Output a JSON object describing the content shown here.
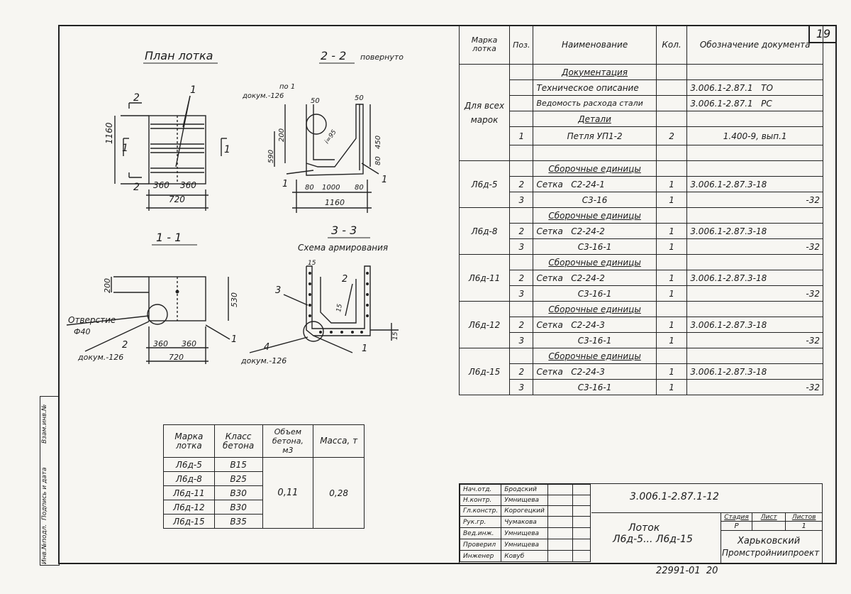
{
  "page_number": "19",
  "drawings": {
    "plan_title": "План лотка",
    "section22_title": "2 - 2",
    "section22_sub": "повернуто",
    "section11_title": "1 - 1",
    "section33_title": "3 - 3",
    "scheme_title": "Схема армирования",
    "plan_dims": {
      "h": "1160",
      "w1": "360",
      "w2": "360",
      "w": "720",
      "m2": "2",
      "m1": "1",
      "mark1": "1"
    },
    "s22": {
      "po": "по 1",
      "dok": "докум.-126",
      "d50a": "50",
      "d50b": "50",
      "d200": "200",
      "d590": "590",
      "d450": "450",
      "d80": "80",
      "slope": "i=95",
      "b80a": "80",
      "b1000": "1000",
      "b80b": "80",
      "b1160": "1160",
      "l1a": "1",
      "l1b": "1"
    },
    "s11": {
      "d200": "200",
      "d530": "530",
      "hole": "Отверстие",
      "dia": "Ф40",
      "m2": "2",
      "dok": "докум.-126",
      "w1": "360",
      "w2": "360",
      "w": "720",
      "l1": "1"
    },
    "s33": {
      "d15a": "15",
      "d15b": "15",
      "d15c": "15",
      "l3": "3",
      "l2": "2",
      "l4": "4",
      "dok": "докум.-126",
      "l1": "1"
    }
  },
  "spec": {
    "headers": [
      "Марка лотка",
      "Поз.",
      "Наименование",
      "Кол.",
      "Обозначение документа"
    ],
    "all_marks": "Для всех марок",
    "doc_section": "Документация",
    "doc_rows": [
      {
        "name": "Техническое описание",
        "code": "3.006.1-2.87.1",
        "suffix": "ТО"
      },
      {
        "name": "Ведомость расхода стали",
        "code": "3.006.1-2.87.1",
        "suffix": "РС"
      }
    ],
    "parts_section": "Детали",
    "parts_row": {
      "pos": "1",
      "name": "Петля УП1-2",
      "qty": "2",
      "code": "1.400-9, вып.1"
    },
    "groups": [
      {
        "mark": "Л6д-5",
        "section": "Сборочные единицы",
        "r1": {
          "pos": "2",
          "a": "Сетка",
          "b": "С2-24-1",
          "qty": "1",
          "code": "3.006.1-2.87.3-18"
        },
        "r2": {
          "pos": "3",
          "b": "С3-16",
          "qty": "1",
          "code": "-32"
        }
      },
      {
        "mark": "Л6д-8",
        "section": "Сборочные единицы",
        "r1": {
          "pos": "2",
          "a": "Сетка",
          "b": "С2-24-2",
          "qty": "1",
          "code": "3.006.1-2.87.3-18"
        },
        "r2": {
          "pos": "3",
          "b": "С3-16-1",
          "qty": "1",
          "code": "-32"
        }
      },
      {
        "mark": "Л6д-11",
        "section": "Сборочные единицы",
        "r1": {
          "pos": "2",
          "a": "Сетка",
          "b": "С2-24-2",
          "qty": "1",
          "code": "3.006.1-2.87.3-18"
        },
        "r2": {
          "pos": "3",
          "b": "С3-16-1",
          "qty": "1",
          "code": "-32"
        }
      },
      {
        "mark": "Л6д-12",
        "section": "Сборочные единицы",
        "r1": {
          "pos": "2",
          "a": "Сетка",
          "b": "С2-24-3",
          "qty": "1",
          "code": "3.006.1-2.87.3-18"
        },
        "r2": {
          "pos": "3",
          "b": "С3-16-1",
          "qty": "1",
          "code": "-32"
        }
      },
      {
        "mark": "Л6д-15",
        "section": "Сборочные единицы",
        "r1": {
          "pos": "2",
          "a": "Сетка",
          "b": "С2-24-3",
          "qty": "1",
          "code": "3.006.1-2.87.3-18"
        },
        "r2": {
          "pos": "3",
          "b": "С3-16-1",
          "qty": "1",
          "code": "-32"
        }
      }
    ]
  },
  "concrete": {
    "headers": [
      "Марка лотка",
      "Класс бетона",
      "Объем бетона, м3",
      "Масса, т"
    ],
    "rows": [
      {
        "mark": "Л6д-5",
        "cls": "В15"
      },
      {
        "mark": "Л6д-8",
        "cls": "В25"
      },
      {
        "mark": "Л6д-11",
        "cls": "В30"
      },
      {
        "mark": "Л6д-12",
        "cls": "В30"
      },
      {
        "mark": "Л6д-15",
        "cls": "В35"
      }
    ],
    "volume": "0,11",
    "mass": "0,28"
  },
  "title_block": {
    "people": [
      {
        "role": "Нач.отд.",
        "name": "Бродский"
      },
      {
        "role": "Н.контр.",
        "name": "Умнищева"
      },
      {
        "role": "Гл.констр.",
        "name": "Корогецкий"
      },
      {
        "role": "Рук.гр.",
        "name": "Чумакова"
      },
      {
        "role": "Вед.инж.",
        "name": "Умнищева"
      },
      {
        "role": "Проверил",
        "name": "Умнищева"
      },
      {
        "role": "Инженер",
        "name": "Ковуб"
      }
    ],
    "code": "3.006.1-2.87.1-12",
    "name_line1": "Лоток",
    "name_line2": "Л6д-5... Л6д-15",
    "stage_h": "Стадия",
    "sheet_h": "Лист",
    "sheets_h": "Листов",
    "stage": "Р",
    "sheets": "1",
    "org1": "Харьковский",
    "org2": "Промстройниипроект"
  },
  "side_labels": [
    "Инв.№подл.",
    "Подпись и дата",
    "Взам.инв.№"
  ],
  "footer_code": "22991-01",
  "footer_page": "20"
}
